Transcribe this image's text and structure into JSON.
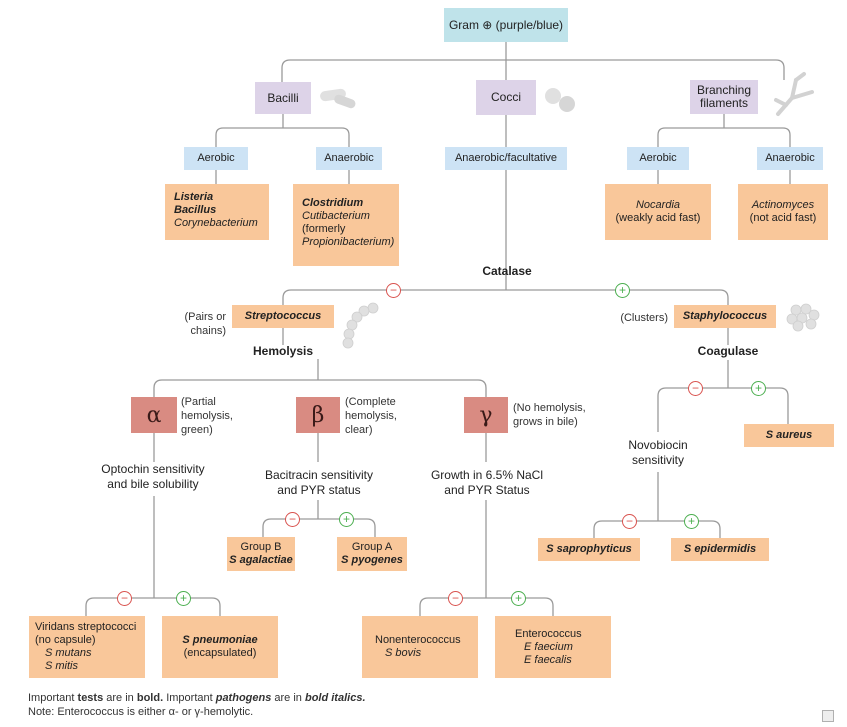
{
  "root": "Gram ⊕ (purple/blue)",
  "level1": {
    "bacilli": "Bacilli",
    "cocci": "Cocci",
    "branching": "Branching filaments"
  },
  "bacilli": {
    "aerobic": "Aerobic",
    "anaerobic": "Anaerobic",
    "aerobic_box": [
      "Listeria",
      "Bacillus",
      "Corynebacterium"
    ],
    "anaerobic_box": [
      "Clostridium",
      "Cutibacterium",
      "(formerly",
      "Propionibacterium)"
    ]
  },
  "cocci_type": "Anaerobic/facultative",
  "branching": {
    "aerobic": "Aerobic",
    "anaerobic": "Anaerobic",
    "aerobic_box": [
      "Nocardia",
      "(weakly acid fast)"
    ],
    "anaerobic_box": [
      "Actinomyces",
      "(not acid fast)"
    ]
  },
  "catalase": "Catalase",
  "minus": "−",
  "plus": "+",
  "strep": {
    "note": [
      "(Pairs or",
      "chains)"
    ],
    "name": "Streptococcus",
    "test": "Hemolysis"
  },
  "staph": {
    "note": "(Clusters)",
    "name": "Staphylococcus",
    "test": "Coagulase"
  },
  "alpha": {
    "symbol": "α",
    "note": [
      "(Partial",
      "hemolysis,",
      "green)"
    ],
    "test": [
      "Optochin sensitivity",
      "and bile solubility"
    ]
  },
  "beta": {
    "symbol": "β",
    "note": [
      "(Complete",
      "hemolysis,",
      "clear)"
    ],
    "test": [
      "Bacitracin sensitivity",
      "and PYR status"
    ]
  },
  "gamma": {
    "symbol": "γ",
    "note": [
      "(No hemolysis,",
      "grows in bile)"
    ],
    "test": [
      "Growth in 6.5% NaCl",
      "and PYR Status"
    ]
  },
  "group_b": [
    "Group B",
    "S agalactiae"
  ],
  "group_a": [
    "Group A",
    "S pyogenes"
  ],
  "viridans": [
    "Viridans streptococci",
    "(no capsule)",
    "S mutans",
    "S mitis"
  ],
  "pneumoniae": [
    "S pneumoniae",
    "(encapsulated)"
  ],
  "nonentero": [
    "Nonenterococcus",
    "S bovis"
  ],
  "entero": [
    "Enterococcus",
    "E faecium",
    "E faecalis"
  ],
  "s_aureus": "S aureus",
  "novobiocin": [
    "Novobiocin",
    "sensitivity"
  ],
  "saprophyticus": "S saprophyticus",
  "epidermidis": "S epidermidis",
  "footer": {
    "line1_a": "Important ",
    "line1_b": "tests",
    "line1_c": " are in ",
    "line1_d": "bold.",
    "line1_e": " Important ",
    "line1_f": "pathogens",
    "line1_g": " are in ",
    "line1_h": "bold italics.",
    "line2": "Note: Enterococcus is either α- or γ-hemolytic."
  },
  "colors": {
    "teal": "#bfe3ea",
    "purple": "#ddd3e8",
    "blue": "#cde3f5",
    "orange": "#f9c79a",
    "greek": "#d98b82",
    "minus": "#d9534f",
    "plus": "#4caf50"
  }
}
